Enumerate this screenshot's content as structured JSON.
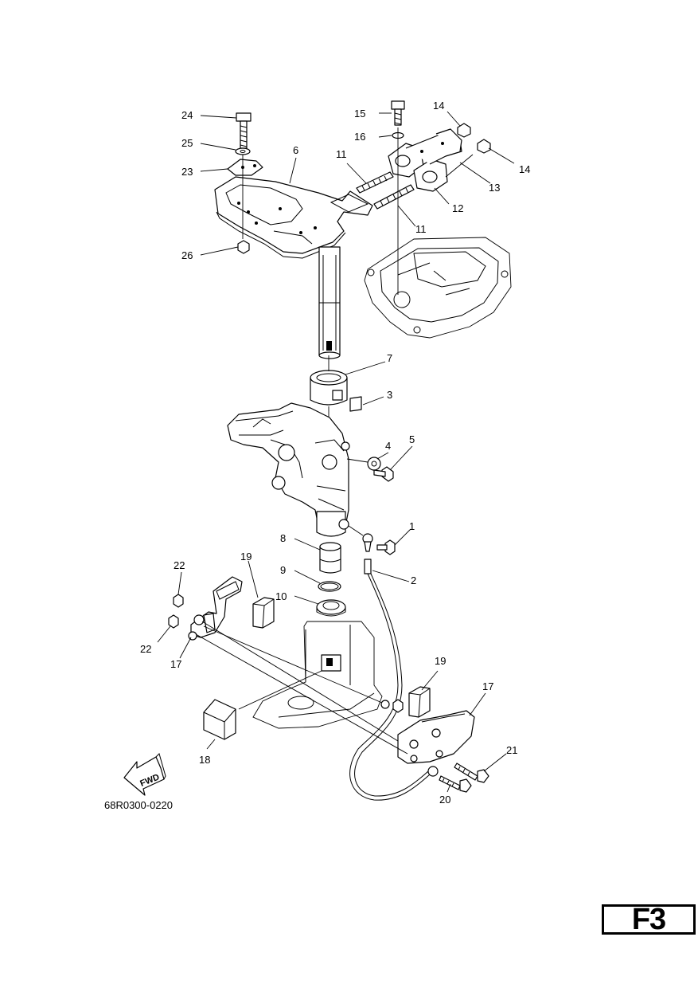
{
  "diagram": {
    "part_labels": {
      "p1": "1",
      "p2": "2",
      "p3": "3",
      "p4": "4",
      "p5": "5",
      "p6": "6",
      "p7": "7",
      "p8": "8",
      "p9": "9",
      "p10": "10",
      "p11a": "11",
      "p11b": "11",
      "p12": "12",
      "p13": "13",
      "p14a": "14",
      "p14b": "14",
      "p15": "15",
      "p16": "16",
      "p17a": "17",
      "p17b": "17",
      "p18": "18",
      "p19a": "19",
      "p19b": "19",
      "p20": "20",
      "p21": "21",
      "p22a": "22",
      "p22b": "22",
      "p23": "23",
      "p24": "24",
      "p25": "25",
      "p26": "26"
    },
    "fwd_label": "FWD",
    "drawing_code": "68R0300-0220"
  },
  "page_badge": "F3"
}
